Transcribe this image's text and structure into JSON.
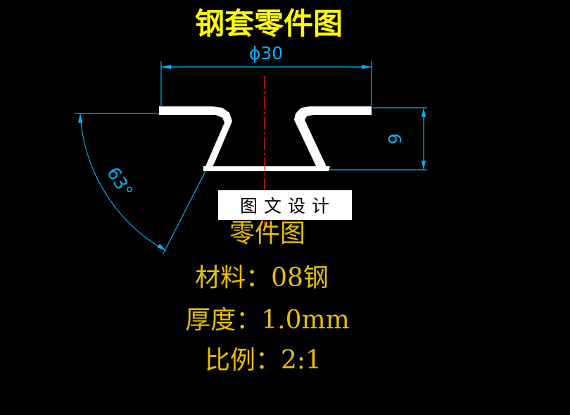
{
  "drawing": {
    "title": "钢套零件图",
    "diameter_label": "ϕ30",
    "height_label": "9",
    "angle_label": "63°",
    "stamp_text": "图文设计",
    "notes": {
      "heading": "零件图",
      "material": "材料：08钢",
      "thickness": "厚度：1.0mm",
      "scale": "比例：2:1"
    }
  },
  "colors": {
    "background": "#000000",
    "title": "#ffff00",
    "dimension": "#00b4ff",
    "centerline": "#ff2020",
    "part": "#ffffff",
    "notes": "#e6c000"
  }
}
